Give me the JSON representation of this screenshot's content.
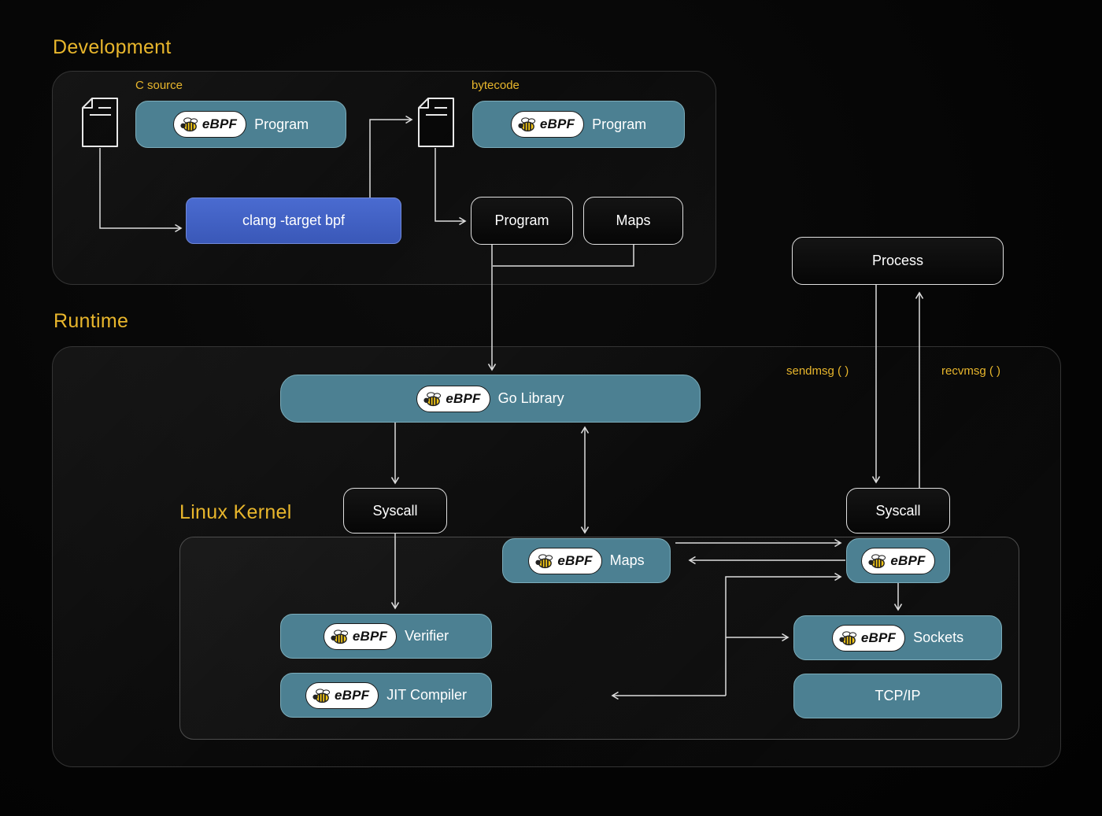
{
  "colors": {
    "accent_yellow": "#e8b62c",
    "teal_box": "#4c8092",
    "blue_box": "#3f5fc0",
    "connector_line": "#dcdcdc"
  },
  "development": {
    "heading": "Development",
    "c_source_label": "C source",
    "bytecode_label": "bytecode",
    "program_source": {
      "logo": "eBPF",
      "label": "Program"
    },
    "program_bytecode": {
      "logo": "eBPF",
      "label": "Program"
    },
    "clang": {
      "label": "clang -target bpf"
    },
    "program": {
      "label": "Program"
    },
    "maps": {
      "label": "Maps"
    }
  },
  "runtime": {
    "heading": "Runtime",
    "process": {
      "label": "Process"
    },
    "sendmsg_label": "sendmsg ( )",
    "recvmsg_label": "recvmsg ( )",
    "go_library": {
      "logo": "eBPF",
      "label": "Go Library"
    },
    "syscall_left": {
      "label": "Syscall"
    },
    "syscall_right": {
      "label": "Syscall"
    },
    "kernel": {
      "heading": "Linux Kernel",
      "maps": {
        "logo": "eBPF",
        "label": "Maps"
      },
      "hook": {
        "logo": "eBPF"
      },
      "verifier": {
        "logo": "eBPF",
        "label": "Verifier"
      },
      "jit": {
        "logo": "eBPF",
        "label": "JIT Compiler"
      },
      "sockets": {
        "logo": "eBPF",
        "label": "Sockets"
      },
      "tcpip": {
        "label": "TCP/IP"
      }
    }
  }
}
